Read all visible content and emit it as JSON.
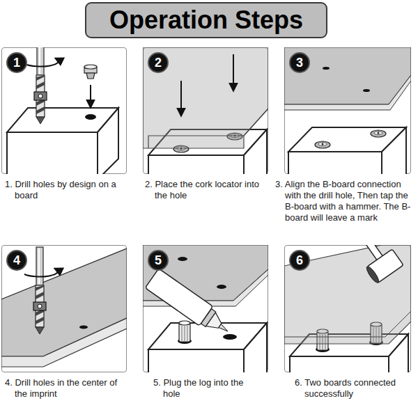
{
  "diagram": {
    "nodes": [
      {
        "text": [
          "Operation Steps"
        ]
      },
      {
        "text": [
          "1. Drill holes by design on a board"
        ]
      },
      {
        "text": [
          "1"
        ],
        "in": 1
      },
      {
        "text": [
          "2. Place the cork locator into the hole"
        ]
      },
      {
        "text": [
          "2"
        ],
        "in": 3
      },
      {
        "text": [
          "3. Align the B-board connection with the drill hole, Then tap the B-board with a hammer. The B-board will leave a mark"
        ]
      },
      {
        "text": [
          "3"
        ],
        "in": 5
      },
      {
        "text": [
          "4. Drill holes in the center of the imprint"
        ]
      },
      {
        "text": [
          "4"
        ],
        "in": 7
      },
      {
        "text": [
          "5. Plug the log into the hole"
        ]
      },
      {
        "text": [
          "5"
        ],
        "in": 9
      },
      {
        "text": [
          "6. Two boards connected successfully"
        ]
      },
      {
        "text": [
          "6"
        ],
        "in": 11
      }
    ]
  }
}
